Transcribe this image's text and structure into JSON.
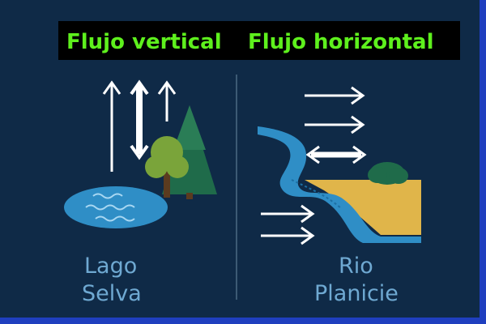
{
  "header": {
    "left_title": "Flujo vertical",
    "right_title": "Flujo horizontal"
  },
  "left_panel": {
    "line1": "Lago",
    "line2": "Selva"
  },
  "right_panel": {
    "line1": "Rio",
    "line2": "Planicie"
  },
  "colors": {
    "background": "#0f2a47",
    "title_text": "#5ef01d",
    "title_bar": "#000000",
    "label_text": "#6fa9d2",
    "water": "#2f8ec6",
    "tree_dark": "#1f6b4a",
    "tree_light": "#7aa43a",
    "sand": "#e0b54a",
    "border": "#1f3fbf"
  },
  "icons": [
    "up-arrow-icon",
    "double-vertical-arrow-icon",
    "lake-icon",
    "pine-tree-icon",
    "round-tree-icon",
    "right-arrow-icon",
    "double-horizontal-arrow-icon",
    "river-icon",
    "shrub-icon"
  ]
}
